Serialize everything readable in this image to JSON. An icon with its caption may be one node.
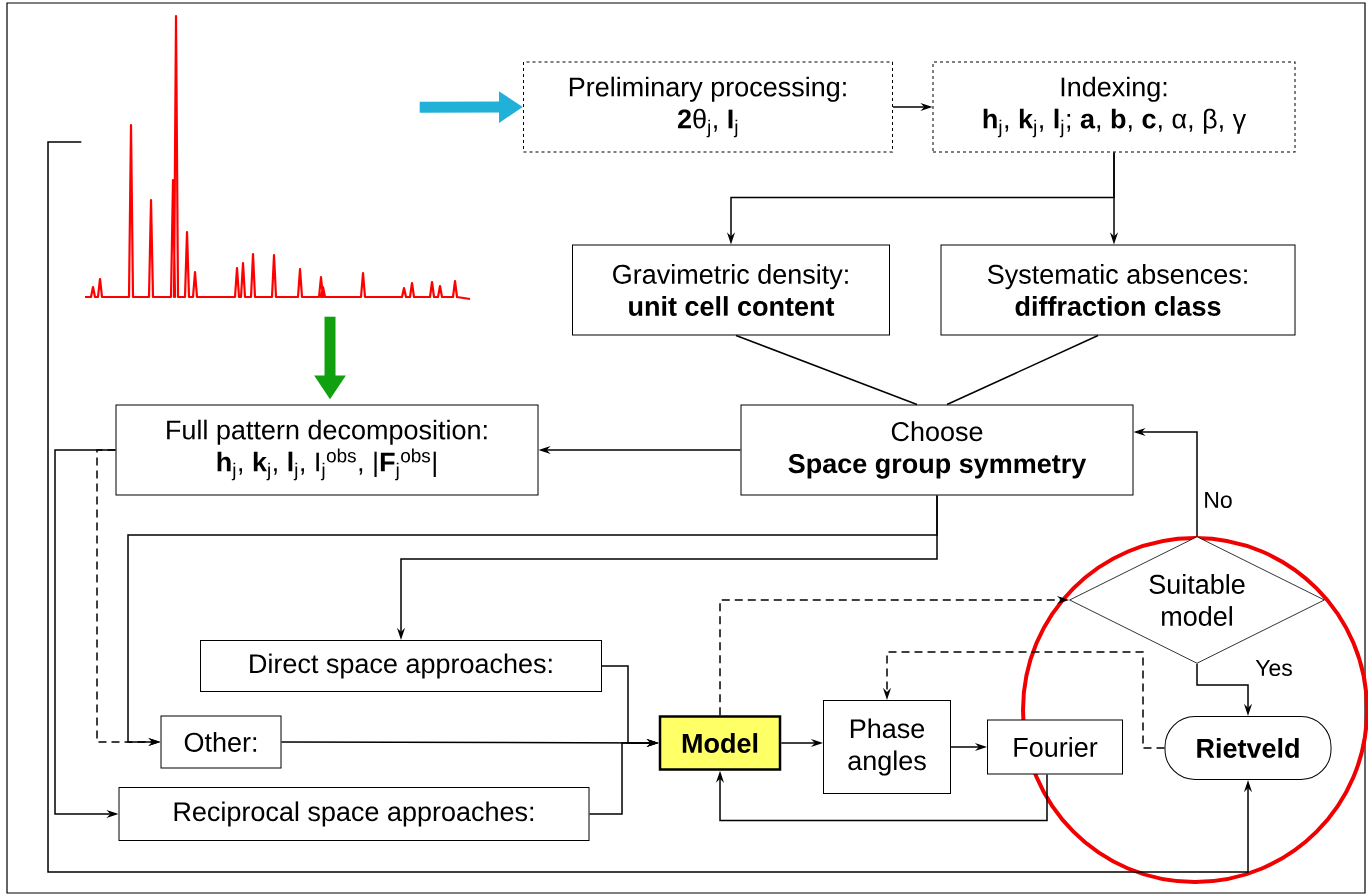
{
  "diagram": {
    "nodes": [
      {
        "text": [],
        "shape": "picture"
      },
      {
        "text": [
          "Preliminary processing:",
          "**2**θ$_{j}$, **I**$_{j}$"
        ]
      },
      {
        "text": [
          "Indexing:",
          "**h**$_{j}$, **k**$_{j}$, **l**$_{j}$;  **a**, **b**, **c**, α, β, γ"
        ]
      },
      {
        "text": [
          "Gravimetric density:",
          "unit cell content"
        ]
      },
      {
        "text": [
          "Systematic absences:",
          "diffraction class"
        ]
      },
      {
        "text": [
          "Choose",
          "Space group symmetry"
        ]
      },
      {
        "text": [
          "Full pattern decomposition:",
          "**h**$_{j}$, **k**$_{j}$, **l**$_{j}$, I$_{j}$$^{obs}$, |**F**$_{j}$$^{obs}$|"
        ]
      },
      {
        "text": [
          "Direct space approaches:"
        ]
      },
      {
        "text": [
          "Other:"
        ]
      },
      {
        "text": [
          "Reciprocal space approaches:"
        ]
      },
      {
        "text": [
          "Model"
        ]
      },
      {
        "text": [
          "Phase angles"
        ]
      },
      {
        "text": [
          "Fourier"
        ]
      },
      {
        "text": [
          "Suitable model"
        ]
      },
      {
        "text": [
          "Rietveld"
        ]
      }
    ],
    "edges": [
      {
        "from": 0,
        "to": 1,
        "arrow": "to",
        "style": "thick",
        "color": "#20b0d8"
      },
      {
        "from": 1,
        "to": 2,
        "arrow": "to"
      },
      {
        "from": 2,
        "to": 3,
        "arrow": "to"
      },
      {
        "from": 2,
        "to": 4,
        "arrow": "to"
      },
      {
        "from": 3,
        "to": 5,
        "arrow": "none"
      },
      {
        "from": 4,
        "to": 5,
        "arrow": "none"
      },
      {
        "from": 5,
        "to": 6,
        "arrow": "to"
      },
      {
        "from": 5,
        "to": 8,
        "arrow": "to"
      },
      {
        "from": 5,
        "to": 7,
        "arrow": "to"
      },
      {
        "from": 6,
        "to": 8,
        "arrow": "to",
        "style": "dashed"
      },
      {
        "from": 6,
        "to": 9,
        "arrow": "to"
      },
      {
        "from": 7,
        "to": 10,
        "arrow": "to"
      },
      {
        "from": 8,
        "to": 10,
        "arrow": "to"
      },
      {
        "from": 9,
        "to": 10,
        "arrow": "to"
      },
      {
        "from": 10,
        "to": 11,
        "arrow": "to"
      },
      {
        "from": 11,
        "to": 12,
        "arrow": "to"
      },
      {
        "from": 12,
        "to": 10,
        "arrow": "to"
      },
      {
        "from": 10,
        "to": 13,
        "arrow": "to",
        "style": "dashed"
      },
      {
        "from": 14,
        "to": 11,
        "arrow": "to",
        "style": "dashed"
      },
      {
        "from": 13,
        "to": 5,
        "arrow": "to",
        "label": "No"
      },
      {
        "from": 13,
        "to": 14,
        "arrow": "to",
        "label": "Yes"
      },
      {
        "from": 0,
        "to": 14,
        "arrow": "to"
      },
      {
        "from": 0,
        "to": 6,
        "arrow": "to",
        "style": "thick",
        "color": "#10a010"
      }
    ]
  }
}
